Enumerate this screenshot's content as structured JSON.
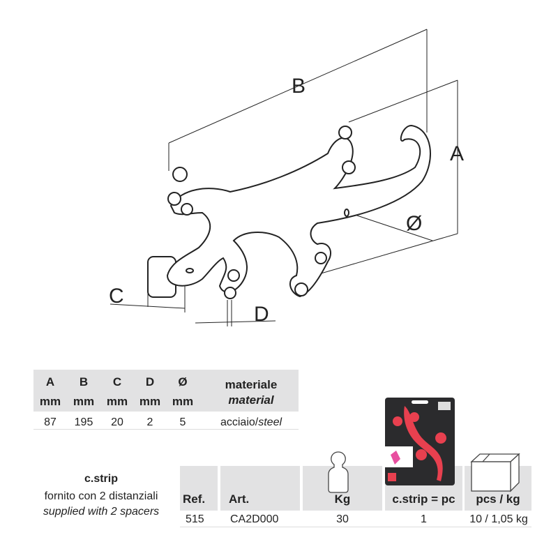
{
  "drawing": {
    "labels": {
      "a": "A",
      "b": "B",
      "c": "C",
      "d": "D",
      "diameter": "Ø"
    }
  },
  "spec_table": {
    "headers": [
      {
        "letter": "A",
        "unit": "mm"
      },
      {
        "letter": "B",
        "unit": "mm"
      },
      {
        "letter": "C",
        "unit": "mm"
      },
      {
        "letter": "D",
        "unit": "mm"
      },
      {
        "letter": "Ø",
        "unit": "mm"
      }
    ],
    "material_header_it": "materiale",
    "material_header_en": "material",
    "values": [
      "87",
      "195",
      "20",
      "2",
      "5"
    ],
    "material_it": "acciaio/",
    "material_en": "steel"
  },
  "description": {
    "title": "c.strip",
    "line_it": "fornito con 2 distanziali",
    "line_en": "supplied with 2 spacers"
  },
  "order_table": {
    "headers": [
      "Ref.",
      "Art.",
      "Kg",
      "c.strip = pc",
      "pcs / kg"
    ],
    "values": [
      "515",
      "CA2D000",
      "30",
      "1",
      "10 / 1,05 kg"
    ]
  },
  "colors": {
    "band": "#e2e2e3",
    "accent": "#e8404f"
  }
}
